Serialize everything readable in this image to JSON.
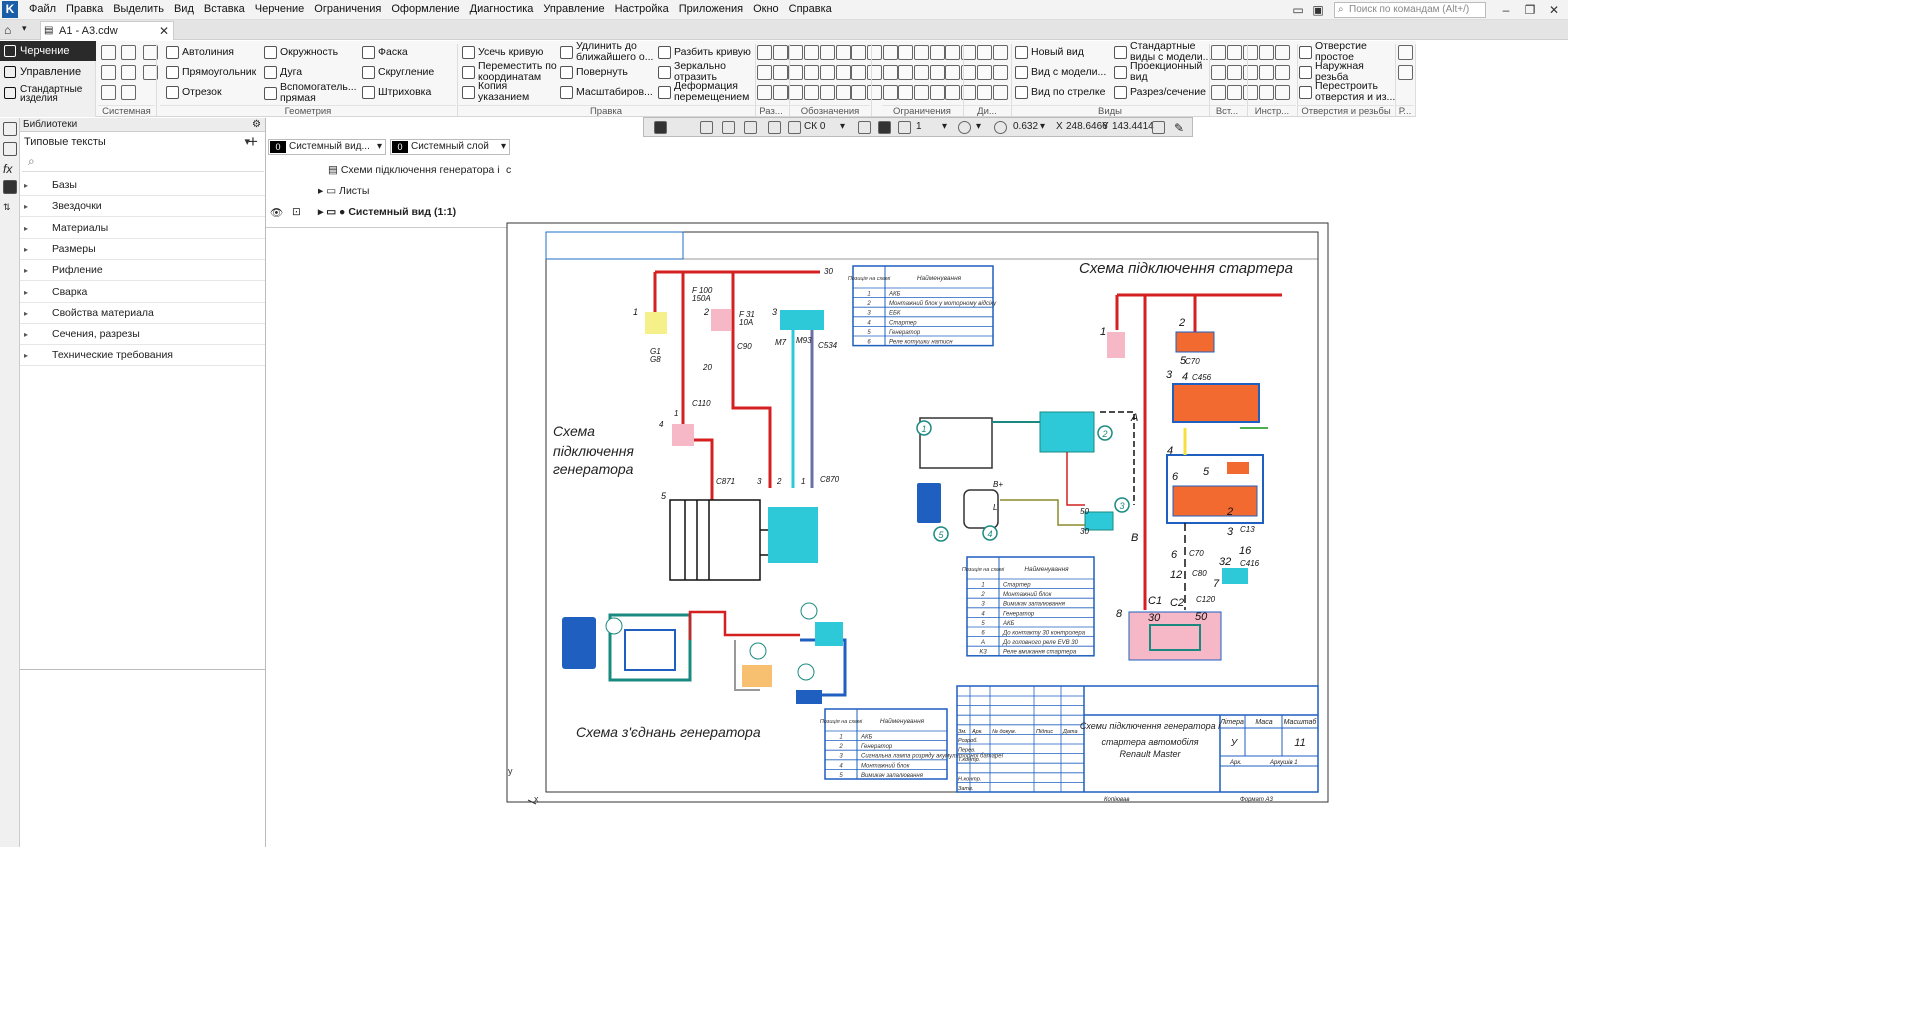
{
  "menu": [
    "Файл",
    "Правка",
    "Выделить",
    "Вид",
    "Вставка",
    "Черчение",
    "Ограничения",
    "Оформление",
    "Диагностика",
    "Управление",
    "Настройка",
    "Приложения",
    "Окно",
    "Справка"
  ],
  "search_placeholder": "Поиск по командам (Alt+/)",
  "doc_tab": "A1 - A3.cdw",
  "modes": [
    "Черчение",
    "Управление",
    "Стандартные изделия"
  ],
  "ribbon": {
    "system": "Системная",
    "geometry": "Геометрия",
    "edit": "Правка",
    "sizes": "Раз...",
    "notation": "Обозначения",
    "constraints": "Ограничения",
    "di": "Ди...",
    "views": "Виды",
    "insert": "Вст...",
    "instr": "Инстр...",
    "holes": "Отверстия и резьбы",
    "r": "Р...",
    "geo_items": [
      "Автолиния",
      "Окружность",
      "Фаска",
      "Прямоугольник",
      "Дуга",
      "Скругление",
      "Отрезок",
      "Вспомогатель...\nпрямая",
      "Штриховка"
    ],
    "edit_items": [
      "Усечь кривую",
      "Удлинить до\nближайшего о...",
      "Разбить кривую",
      "Переместить по\nкоординатам",
      "Повернуть",
      "Зеркально\nотразить",
      "Копия\nуказанием",
      "Масштабиров...",
      "Деформация\nперемещением"
    ],
    "view_items": [
      "Новый вид",
      "Стандартные\nвиды с модели...",
      "Вид с модели...",
      "Проекционный\nвид",
      "Вид по стрелке",
      "Разрез/сечение"
    ],
    "hole_items": [
      "Отверстие\nпростое",
      "Наружная\nрезьба",
      "Перестроить\nотверстия и из..."
    ]
  },
  "library": {
    "header": "Библиотеки",
    "selected": "Типовые тексты",
    "items": [
      "Базы",
      "Звездочки",
      "Материалы",
      "Размеры",
      "Рифление",
      "Сварка",
      "Свойства материала",
      "Сечения, разрезы",
      "Технические требования"
    ]
  },
  "tree": {
    "view_select": "Системный вид...",
    "view_num": "0",
    "layer_select": "Системный слой",
    "layer_num": "0",
    "doc_name": "Схеми підключення генератора і",
    "doc_suffix": "с",
    "sheets": "Листы",
    "system_view": "Системный вид (1:1)"
  },
  "viewbar": {
    "cs": "СК 0",
    "step": "1",
    "zoom": "0.632",
    "x_label": "X",
    "x": "248.6466",
    "y_label": "Y",
    "y": "143.4414"
  },
  "drawing": {
    "title_starter": "Схема підключення стартера",
    "title_gen": [
      "Схема",
      "підключення",
      "генератора"
    ],
    "title_conn": "Схема з'єднань генератора",
    "stamp_title": [
      "Схеми підключення генератора і",
      "стартера автомобіля",
      "Renault Master"
    ],
    "stamp_lit": "Літера",
    "stamp_mass": "Маса",
    "stamp_scale": "Масштаб",
    "stamp_u": "У",
    "stamp_num": "11",
    "stamp_sheet": "Арк.",
    "stamp_sheets": "Аркушів 1",
    "stamp_rows": [
      "Зм.",
      "Арк.",
      "№ докум.",
      "Підпис",
      "Дата"
    ],
    "stamp_roles": [
      "Розроб.",
      "Перев.",
      "Т.контр.",
      "",
      "Н.контр.",
      "Затв."
    ],
    "copied": "Копіював",
    "format": "Формат A3",
    "table_hdr_pos": "Позиція на схемі",
    "table_hdr_name": "Найменування",
    "t1": [
      "АКБ",
      "Монтажний блок у моторному відсіку",
      "ЕБК",
      "Стартер",
      "Генератор",
      "Реле котушки натисн"
    ],
    "t2": [
      "Стартер",
      "Монтажний блок",
      "Вимикач запалювання",
      "Генератор",
      "АКБ",
      "До контакту 30 контролера",
      "До головного реле EVB 30",
      "Реле вмикання стартера"
    ],
    "t2_pos": [
      "1",
      "2",
      "3",
      "4",
      "5",
      "6",
      "A",
      "K3"
    ],
    "t3": [
      "АКБ",
      "Генератор",
      "Сигнальна лампа розряду акумуляторної батареї",
      "Монтажний блок",
      "Вимикач запалювання"
    ],
    "gen_labels": [
      "30",
      "F 100",
      "150A",
      "F 31",
      "10A",
      "1",
      "2",
      "3",
      "M7",
      "M93",
      "C534",
      "C90",
      "G1",
      "G8",
      "20",
      "C110",
      "4",
      "1",
      "C871",
      "5",
      "3",
      "2",
      "1",
      "C870"
    ],
    "st_labels": [
      "1",
      "2",
      "3",
      "4",
      "C456",
      "C70",
      "5",
      "6",
      "4",
      "5",
      "2",
      "3",
      "C13",
      "6",
      "C70",
      "12",
      "C80",
      "16",
      "C416",
      "32",
      "7",
      "C120",
      "C1",
      "C2",
      "8",
      "30",
      "50",
      "A",
      "B"
    ],
    "conn_labels": [
      "1",
      "2",
      "3",
      "4",
      "5",
      "B+",
      "L",
      "50",
      "30"
    ]
  },
  "colors": {
    "red": "#d42020",
    "cyan": "#2ec9d8",
    "blue": "#1e5fc0",
    "orange": "#f26a30",
    "pink": "#f6b8c6",
    "yellow": "#f6f08a",
    "frame": "#1e6fc9"
  }
}
